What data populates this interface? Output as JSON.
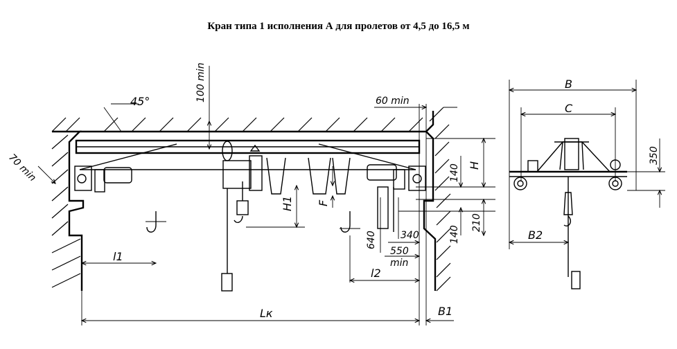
{
  "title": "Кран типа 1 исполнения А для пролетов от 4,5 до 16,5 м",
  "labels": {
    "angle": "45°",
    "top_clearance": "100 min",
    "side_clearance": "70 min",
    "end_clearance": "60 min",
    "dim_b": "B",
    "dim_c": "C",
    "dim_350": "350",
    "dim_h": "H",
    "dim_140_top": "140",
    "dim_h1": "H1",
    "dim_f": "F",
    "dim_640": "640",
    "dim_340": "340",
    "dim_550": "550",
    "dim_min": "min",
    "dim_210": "210",
    "dim_140_bottom": "140",
    "dim_l1": "l1",
    "dim_l2": "l2",
    "dim_lk": "Lк",
    "dim_b1": "B1",
    "dim_b2": "B2"
  }
}
